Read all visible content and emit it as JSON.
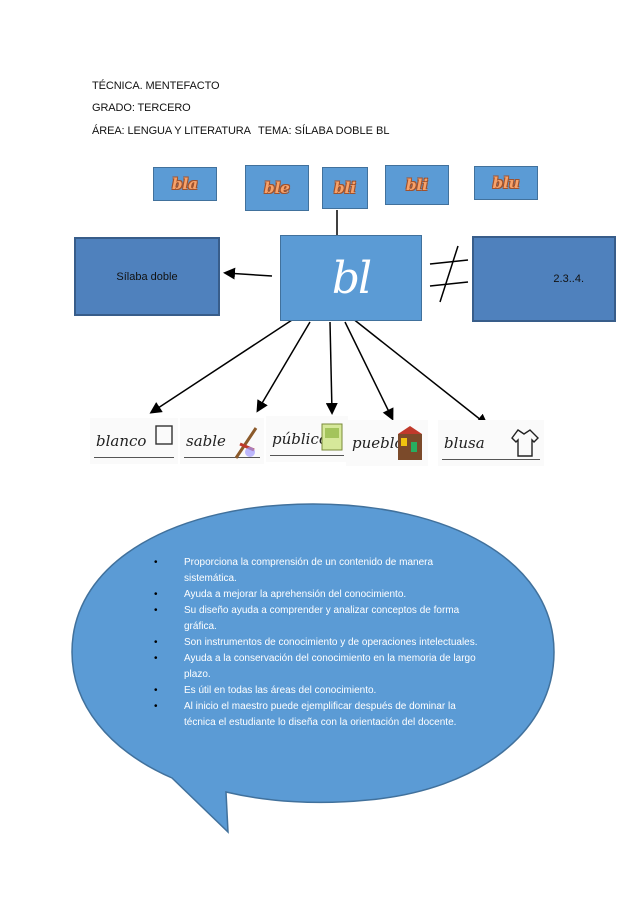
{
  "header": {
    "tecnica": "TÉCNICA. MENTEFACTO",
    "grado": "GRADO: TERCERO",
    "area": "ÁREA: LENGUA Y LITERATURA",
    "tema": "TEMA: SÍLABA DOBLE BL"
  },
  "syllables": [
    "bla",
    "ble",
    "bli",
    "bli",
    "blu"
  ],
  "center": {
    "label": "bl"
  },
  "left_box": {
    "label": "Sílaba doble"
  },
  "right_box": {
    "label": "2.3..4."
  },
  "words": [
    "blanco",
    "sable",
    "público",
    "pueblo",
    "blusa"
  ],
  "bubble": {
    "items": [
      "Proporciona  la comprensión  de un contenido de manera sistemática.",
      "Ayuda  a mejorar  la  aprehensión del conocimiento.",
      "Su diseño  ayuda  a comprender y analizar conceptos de forma gráfica.",
      "Son  instrumentos de  conocimiento y de operaciones intelectuales.",
      "Ayuda a la conservación del conocimiento   en la memoria de largo  plazo.",
      "Es útil  en todas las  áreas del conocimiento.",
      "Al inicio el  maestro puede  ejemplificar  después de dominar la técnica el estudiante  lo diseña con  la orientación del docente."
    ]
  },
  "colors": {
    "box_blue": "#5b9bd5",
    "box_dark_blue": "#4f81bd",
    "bubble_blue": "#5b9bd5",
    "syllable_orange": "#f7a26a"
  }
}
